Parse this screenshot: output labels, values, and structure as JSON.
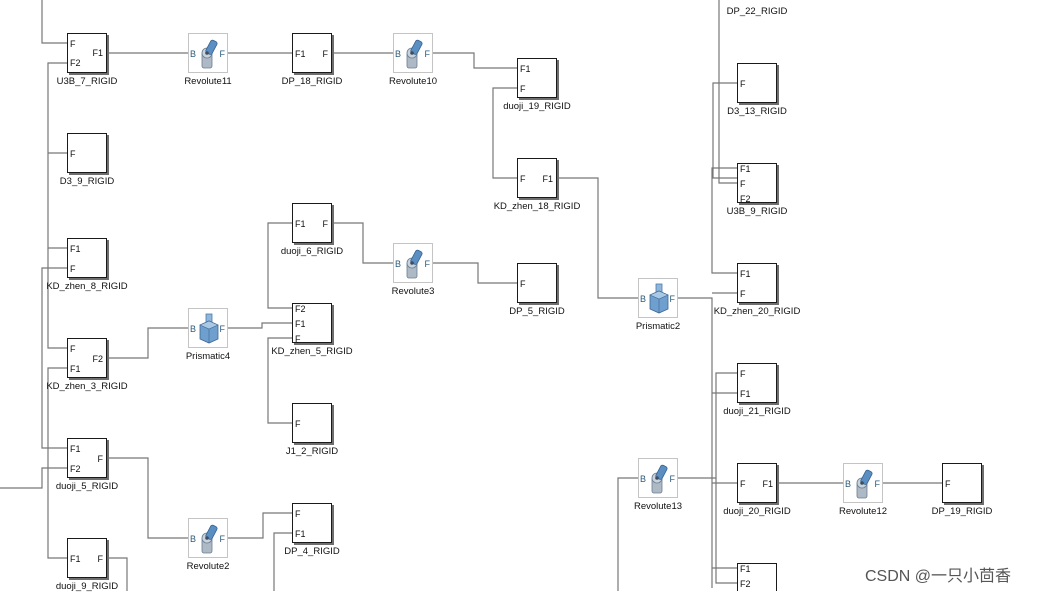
{
  "watermark": "CSDN @一只小茴香",
  "ports": {
    "f": "F",
    "f1": "F1",
    "f2": "F2",
    "b": "B"
  },
  "blocks": {
    "u3b_7": "U3B_7_RIGID",
    "d3_9": "D3_9_RIGID",
    "kd_zhen_8": "KD_zhen_8_RIGID",
    "kd_zhen_3": "KD_zhen_3_RIGID",
    "duoji_5": "duoji_5_RIGID",
    "duoji_9": "duoji_9_RIGID",
    "dp_18": "DP_18_RIGID",
    "duoji_6": "duoji_6_RIGID",
    "kd_zhen_5": "KD_zhen_5_RIGID",
    "j1_2": "J1_2_RIGID",
    "dp_4": "DP_4_RIGID",
    "duoji_19": "duoji_19_RIGID",
    "kd_zhen_18": "KD_zhen_18_RIGID",
    "dp_5": "DP_5_RIGID",
    "dp_22": "DP_22_RIGID",
    "d3_13": "D3_13_RIGID",
    "u3b_9": "U3B_9_RIGID",
    "kd_zhen_20": "KD_zhen_20_RIGID",
    "duoji_21": "duoji_21_RIGID",
    "duoji_20": "duoji_20_RIGID",
    "dp_19": "DP_19_RIGID"
  },
  "joints": {
    "revolute11": "Revolute11",
    "revolute10": "Revolute10",
    "revolute3": "Revolute3",
    "revolute2": "Revolute2",
    "revolute13": "Revolute13",
    "revolute12": "Revolute12",
    "prismatic4": "Prismatic4",
    "prismatic2": "Prismatic2"
  }
}
